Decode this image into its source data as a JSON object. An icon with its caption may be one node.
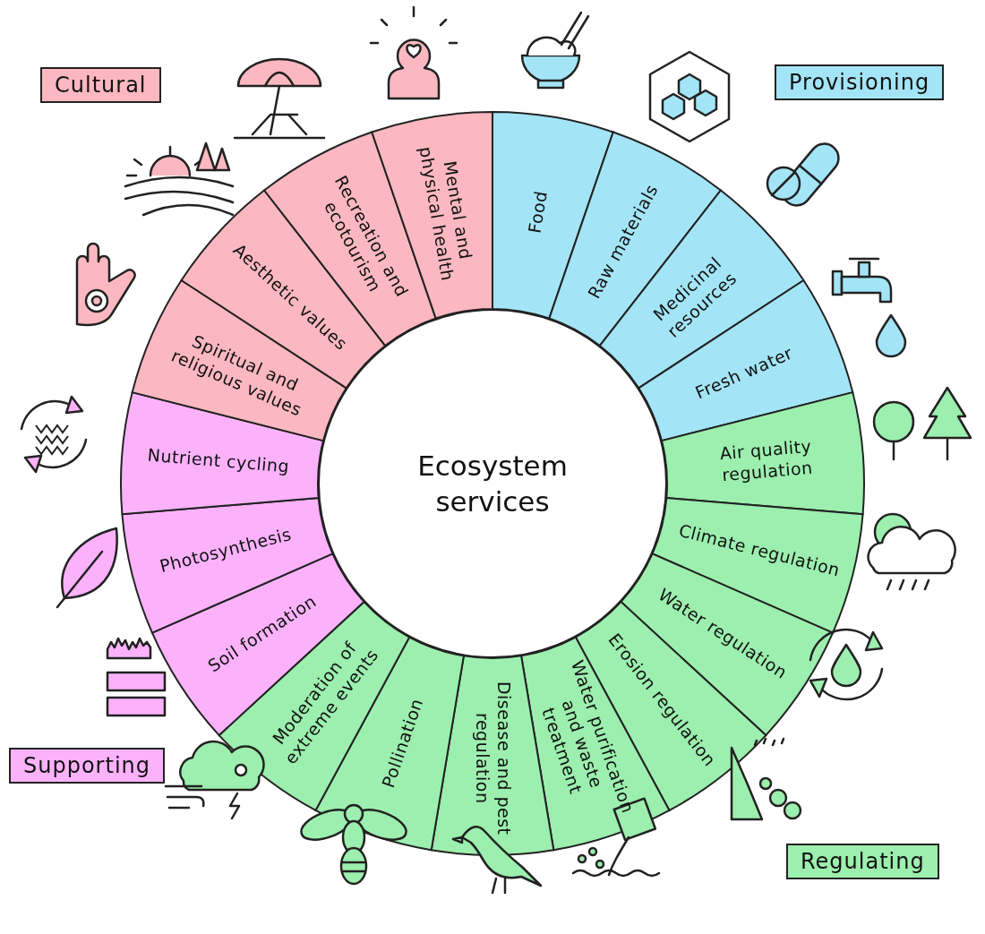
{
  "diagram": {
    "nodes": [
      {
        "text": [
          "Ecosystem services"
        ]
      },
      {
        "text": [
          "Food"
        ]
      },
      {
        "text": [
          "Raw materials"
        ]
      },
      {
        "text": [
          "Medicinal resources"
        ]
      },
      {
        "text": [
          "Fresh water"
        ]
      },
      {
        "text": [
          "Air quality regulation"
        ]
      },
      {
        "text": [
          "Climate regulation"
        ]
      },
      {
        "text": [
          "Water regulation"
        ]
      },
      {
        "text": [
          "Erosion regulation"
        ]
      },
      {
        "text": [
          "Water purification and waste treatment"
        ]
      },
      {
        "text": [
          "Disease and pest regulation"
        ]
      },
      {
        "text": [
          "Pollination"
        ]
      },
      {
        "text": [
          "Moderation of extreme events"
        ]
      },
      {
        "text": [
          "Soil formation"
        ]
      },
      {
        "text": [
          "Photosynthesis"
        ]
      },
      {
        "text": [
          "Nutrient cycling"
        ]
      },
      {
        "text": [
          "Spiritual and religious values"
        ]
      },
      {
        "text": [
          "Aesthetic values"
        ]
      },
      {
        "text": [
          "Recreation and ecotourism"
        ]
      },
      {
        "text": [
          "Mental and physical health"
        ]
      },
      {
        "text": [
          "Cultural"
        ]
      },
      {
        "text": [
          "Provisioning"
        ]
      },
      {
        "text": [
          "Supporting"
        ]
      },
      {
        "text": [
          "Regulating"
        ]
      }
    ]
  }
}
